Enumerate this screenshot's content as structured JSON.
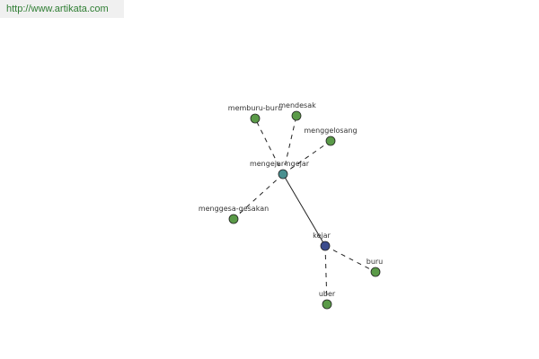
{
  "source": {
    "url_text": "http://www.artikata.com",
    "color": "#2e7d32"
  },
  "graph": {
    "colors": {
      "leaf_node": "#5a9a48",
      "hub_node": "#4a9090",
      "root_node": "#3c4c8c",
      "node_stroke": "#222222",
      "edge": "#222222"
    },
    "nodes": [
      {
        "id": "memburu-buru",
        "label": "memburu-buru",
        "kind": "leaf"
      },
      {
        "id": "mendesak",
        "label": "mendesak",
        "kind": "leaf"
      },
      {
        "id": "menggelosang",
        "label": "menggelosang",
        "kind": "leaf"
      },
      {
        "id": "mengejar-ngejar",
        "label": "mengejar-ngejar",
        "kind": "hub"
      },
      {
        "id": "menggesa-gesakan",
        "label": "menggesa-gesakan",
        "kind": "leaf"
      },
      {
        "id": "kejar",
        "label": "kejar",
        "kind": "root"
      },
      {
        "id": "buru",
        "label": "buru",
        "kind": "leaf"
      },
      {
        "id": "uber",
        "label": "uber",
        "kind": "leaf"
      }
    ],
    "edges": [
      {
        "from": "mengejar-ngejar",
        "to": "memburu-buru",
        "style": "dashed"
      },
      {
        "from": "mengejar-ngejar",
        "to": "mendesak",
        "style": "dashed"
      },
      {
        "from": "mengejar-ngejar",
        "to": "menggelosang",
        "style": "dashed"
      },
      {
        "from": "mengejar-ngejar",
        "to": "menggesa-gesakan",
        "style": "dashed"
      },
      {
        "from": "mengejar-ngejar",
        "to": "kejar",
        "style": "solid"
      },
      {
        "from": "kejar",
        "to": "buru",
        "style": "dashed"
      },
      {
        "from": "kejar",
        "to": "uber",
        "style": "dashed"
      }
    ]
  }
}
